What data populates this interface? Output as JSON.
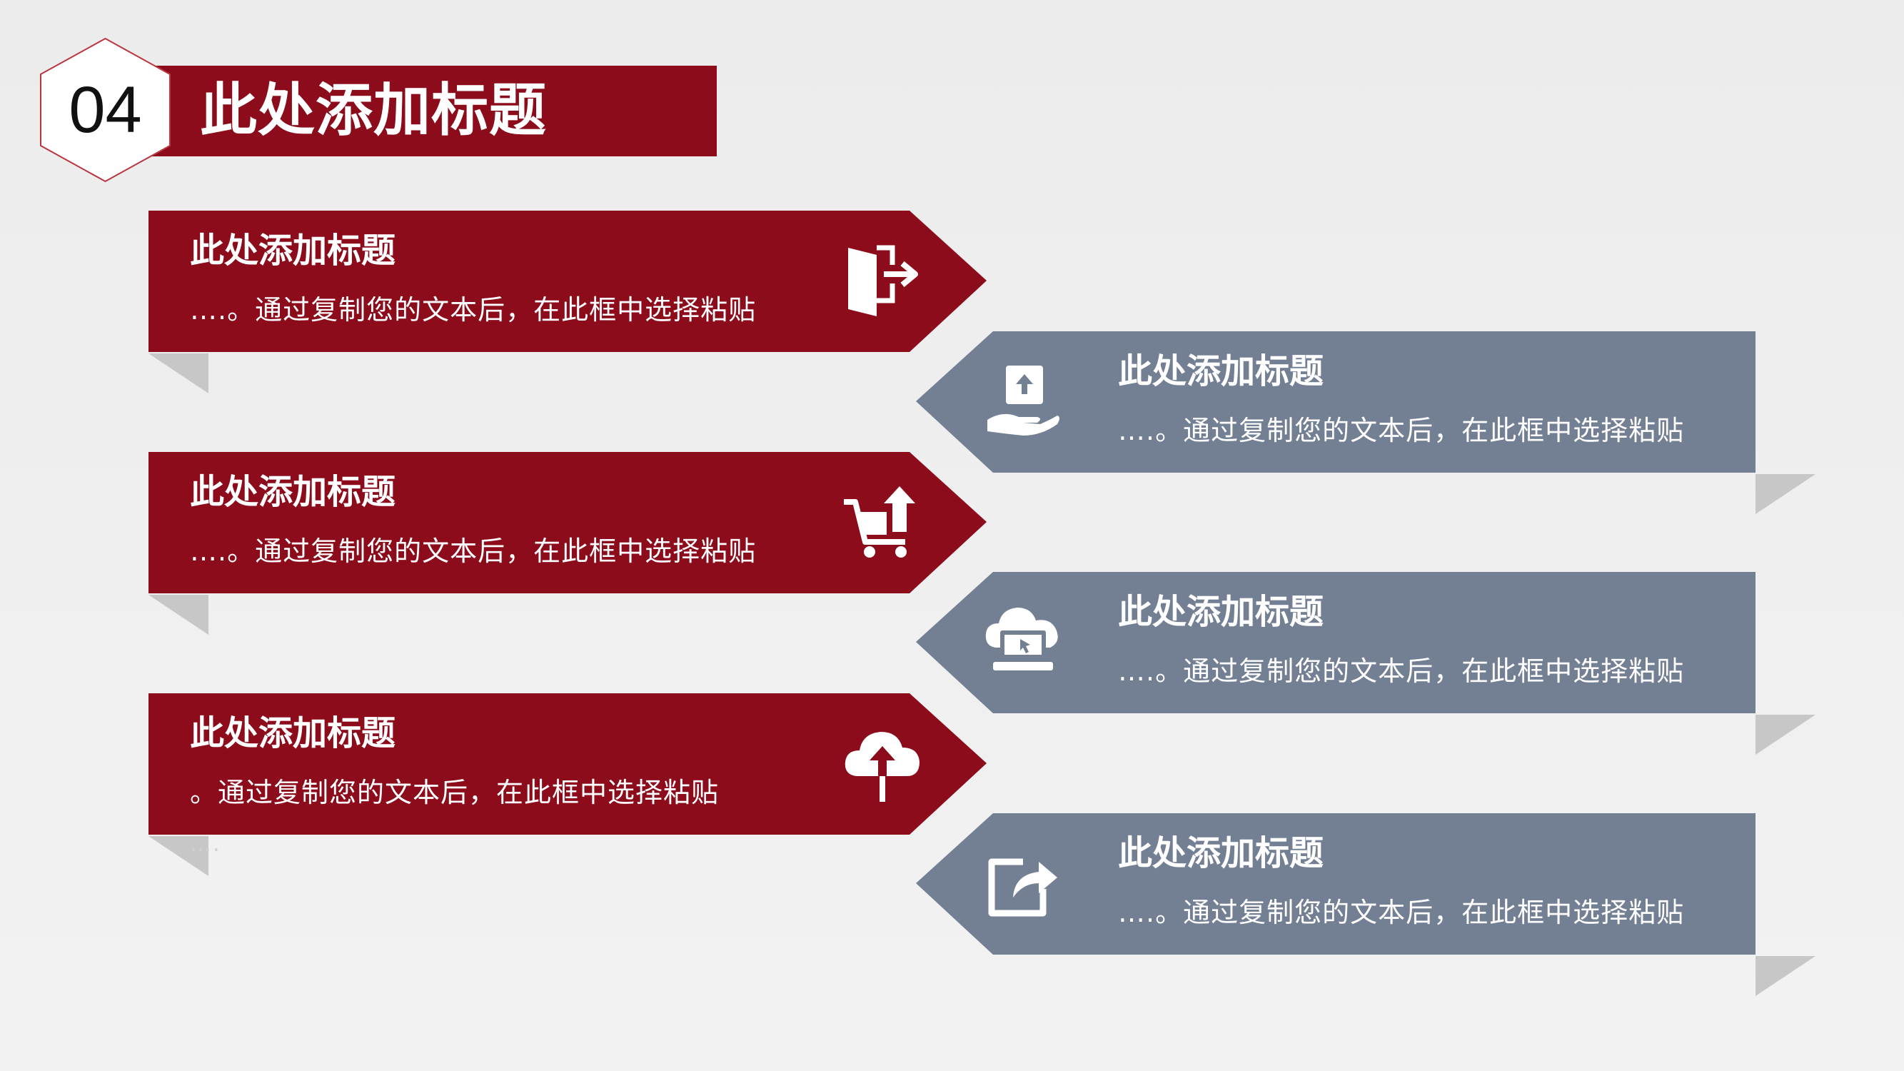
{
  "header": {
    "number": "04",
    "title": "此处添加标题"
  },
  "colors": {
    "red": "#8c0c1c",
    "gray": "#737f93",
    "fold_shadow": "#c7c7c7"
  },
  "cards": [
    {
      "side": "left",
      "color": "red",
      "icon": "door-exit-icon",
      "title": "此处添加标题",
      "desc": "….。通过复制您的文本后，在此框中选择粘贴"
    },
    {
      "side": "right",
      "color": "gray",
      "icon": "hand-upload-icon",
      "title": "此处添加标题",
      "desc": "….。通过复制您的文本后，在此框中选择粘贴"
    },
    {
      "side": "left",
      "color": "red",
      "icon": "cart-upload-icon",
      "title": "此处添加标题",
      "desc": "….。通过复制您的文本后，在此框中选择粘贴"
    },
    {
      "side": "right",
      "color": "gray",
      "icon": "cloud-laptop-icon",
      "title": "此处添加标题",
      "desc": "….。通过复制您的文本后，在此框中选择粘贴"
    },
    {
      "side": "left",
      "color": "red",
      "icon": "cloud-upload-icon",
      "title": "此处添加标题",
      "desc": "。通过复制您的文本后，在此框中选择粘贴",
      "overflow": "…."
    },
    {
      "side": "right",
      "color": "gray",
      "icon": "share-arrow-box-icon",
      "title": "此处添加标题",
      "desc": "….。通过复制您的文本后，在此框中选择粘贴"
    }
  ]
}
